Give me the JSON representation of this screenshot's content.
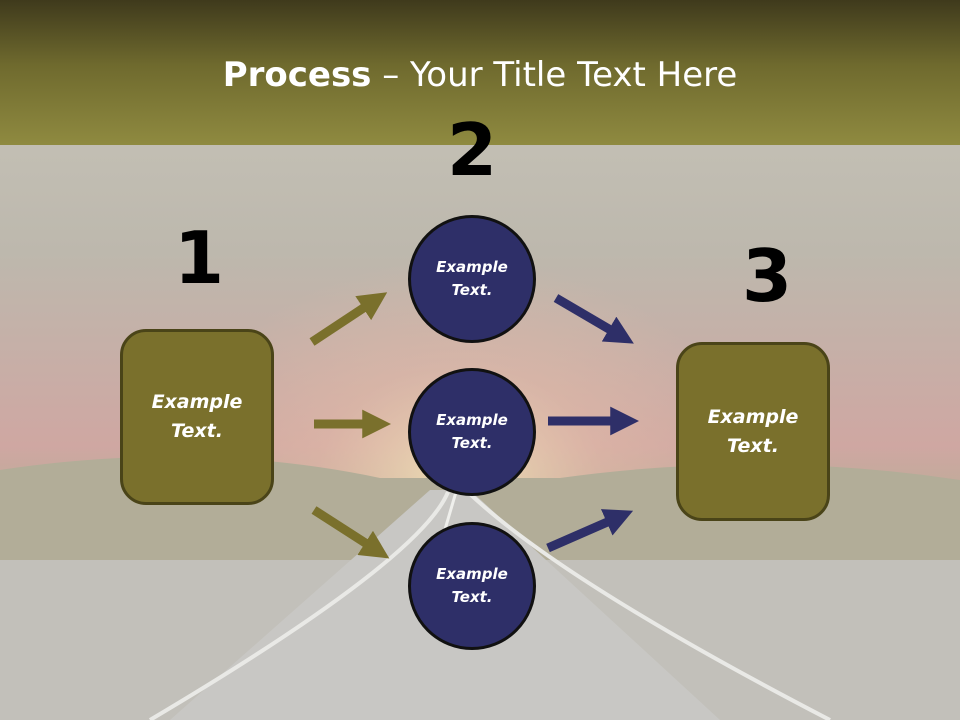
{
  "title": {
    "bold": "Process",
    "rest": " – Your Title Text Here"
  },
  "steps": [
    {
      "number": "1",
      "label": "Example Text."
    },
    {
      "number": "2",
      "label": "Example Text."
    },
    {
      "number": "3",
      "label": "Example Text."
    }
  ],
  "middle_nodes": [
    {
      "label": "Example Text."
    },
    {
      "label": "Example Text."
    },
    {
      "label": "Example Text."
    }
  ],
  "colors": {
    "olive": "#7a702c",
    "navy": "#2e2f68",
    "header": "#6f6a2e"
  }
}
